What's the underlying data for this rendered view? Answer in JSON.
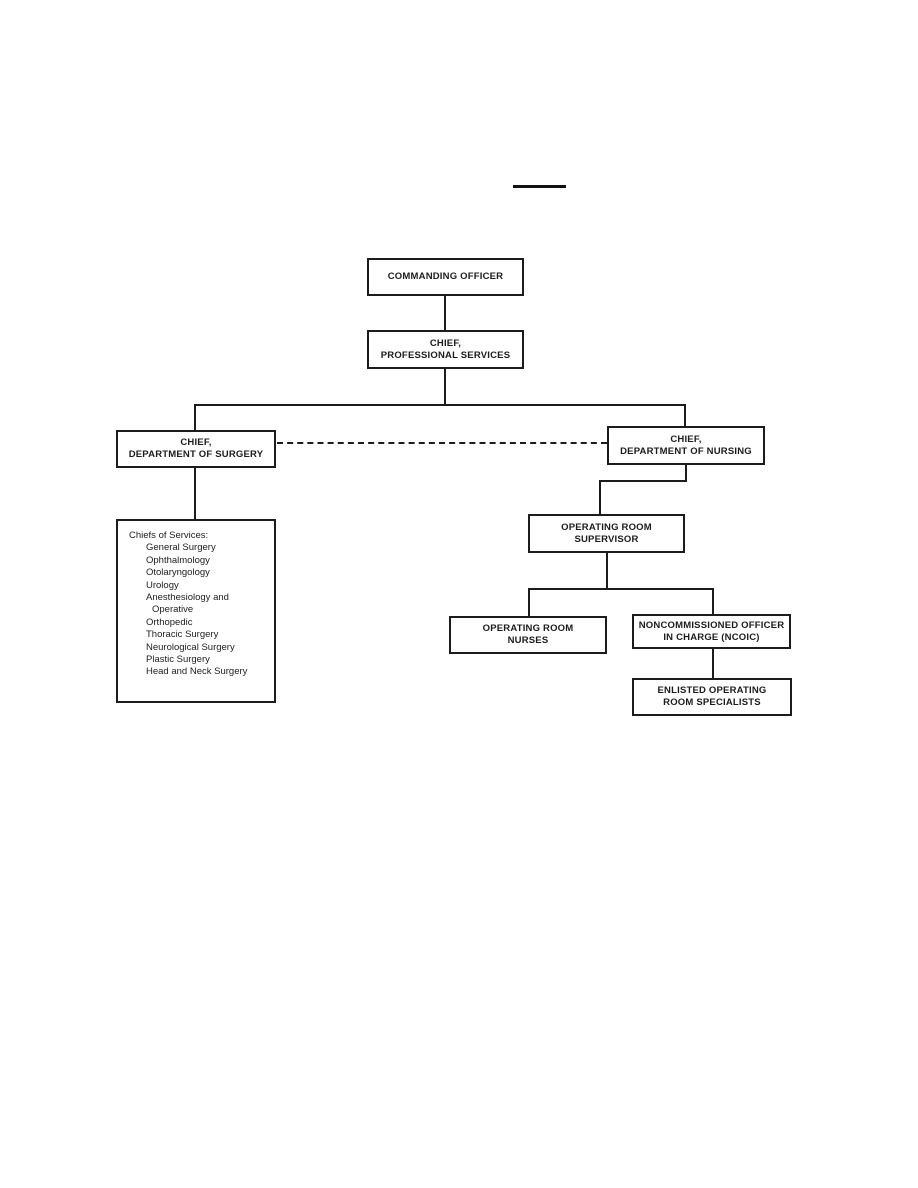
{
  "org_chart": {
    "colors": {
      "line": "#1c1c1c",
      "text": "#1c1c1c",
      "background": "#ffffff"
    },
    "nodes": {
      "commanding_officer": {
        "lines": [
          "COMMANDING OFFICER"
        ]
      },
      "chief_professional_services": {
        "lines": [
          "CHIEF,",
          "PROFESSIONAL SERVICES"
        ]
      },
      "chief_department_of_surgery": {
        "lines": [
          "CHIEF,",
          "DEPARTMENT OF SURGERY"
        ]
      },
      "chief_department_of_nursing": {
        "lines": [
          "CHIEF,",
          "DEPARTMENT OF NURSING"
        ]
      },
      "operating_room_supervisor": {
        "lines": [
          "OPERATING ROOM",
          "SUPERVISOR"
        ]
      },
      "operating_room_nurses": {
        "lines": [
          "OPERATING ROOM",
          "NURSES"
        ]
      },
      "ncoic": {
        "lines": [
          "NONCOMMISSIONED OFFICER",
          "IN CHARGE (NCOIC)"
        ]
      },
      "enlisted_operating_room_specialists": {
        "lines": [
          "ENLISTED OPERATING",
          "ROOM SPECIALISTS"
        ]
      }
    },
    "services_list": {
      "heading": "Chiefs of Services:",
      "items": [
        "General Surgery",
        "Ophthalmology",
        "Otolaryngology",
        "Urology",
        "Anesthesiology and",
        "Operative",
        "Orthopedic",
        "Thoracic Surgery",
        "Neurological Surgery",
        "Plastic Surgery",
        "Head and Neck Surgery"
      ]
    }
  }
}
